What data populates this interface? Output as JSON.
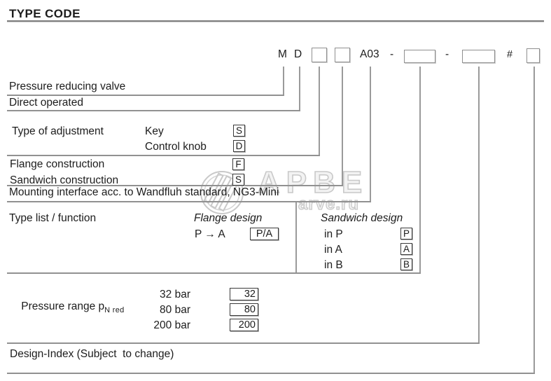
{
  "page": {
    "title": "TYPE CODE"
  },
  "code": {
    "m": "M",
    "d": "D",
    "fixed": "A03",
    "dash1": "-",
    "dash2": "-",
    "hash": "#"
  },
  "rows": {
    "pressure_reducing_valve": "Pressure reducing valve",
    "direct_operated": "Direct operated",
    "type_of_adjustment": "Type of adjustment",
    "key": "Key",
    "key_code": "S",
    "control_knob": "Control knob",
    "control_knob_code": "D",
    "flange_construction": "Flange construction",
    "flange_code": "F",
    "sandwich_construction": "Sandwich construction",
    "sandwich_code": "S",
    "mounting_interface": "Mounting interface acc. to Wandfluh standard, NG3-Mini",
    "type_list": "Type list / function",
    "flange_design": "Flange design",
    "p_to_a": "P → A",
    "p_to_a_code": "P/A",
    "sandwich_design": "Sandwich design",
    "in_p": "in P",
    "in_p_code": "P",
    "in_a": "in A",
    "in_a_code": "A",
    "in_b": "in B",
    "in_b_code": "B",
    "pressure_range": "Pressure range p",
    "pressure_range_sub": "N red",
    "bar32": "32 bar",
    "bar32_code": "32",
    "bar80": "80 bar",
    "bar80_code": "80",
    "bar200": "200 bar",
    "bar200_code": "200",
    "design_index": "Design-Index (Subject  to change)"
  },
  "watermark": {
    "text": "АРВЕ",
    "url": "arve.ru",
    "logo_icon": "arve-circle-stripes-logo"
  },
  "colors": {
    "text": "#1c1c1c",
    "line": "#919191",
    "box_border": "#3a3a3a",
    "empty_box_border": "#8f8f8f",
    "watermark": "#c9c9c9"
  }
}
